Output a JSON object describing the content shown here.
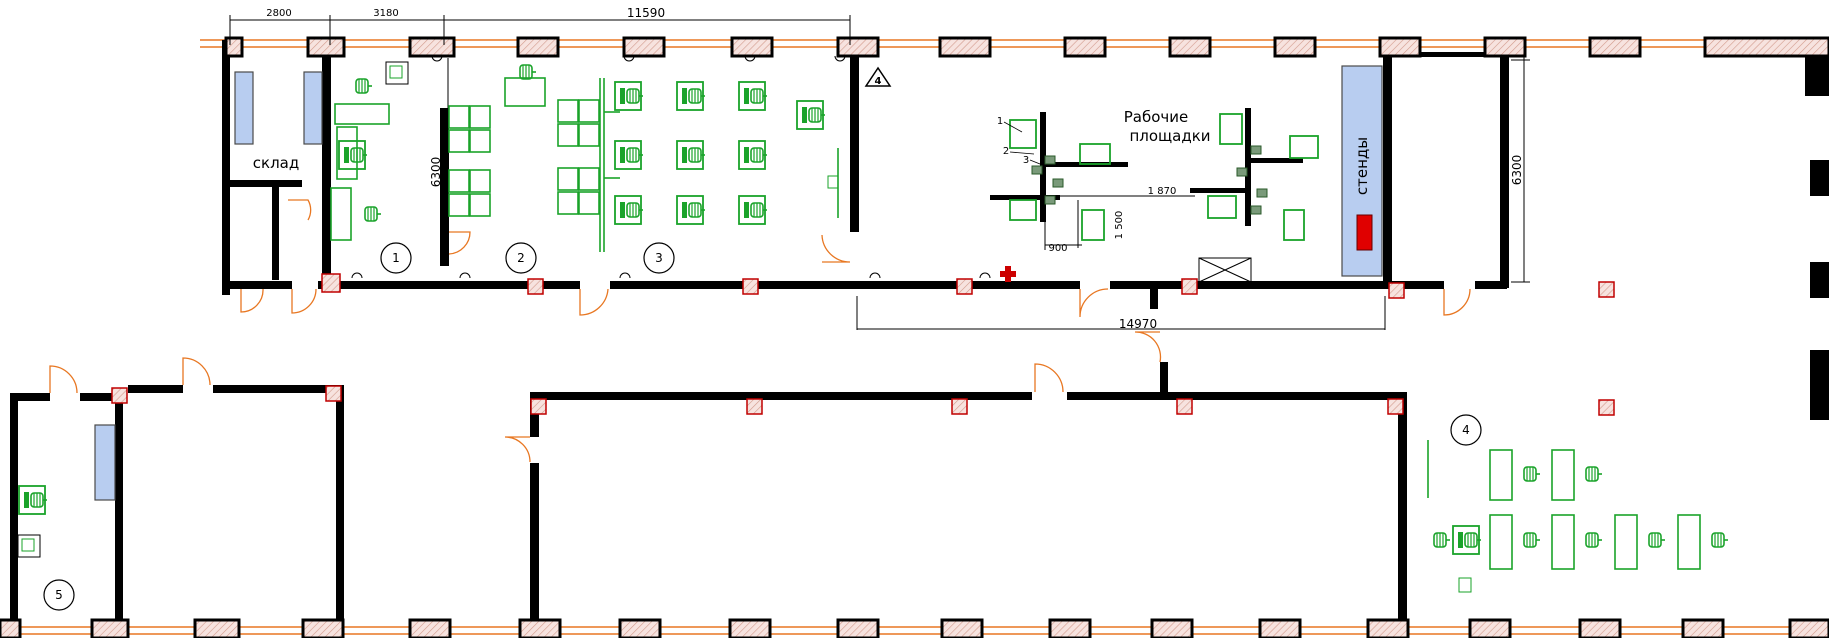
{
  "dimensions": {
    "d2800": "2800",
    "d3180": "3180",
    "d11590": "11590",
    "d6300_left": "6300",
    "d6300_right": "6300",
    "d14970": "14970",
    "d1870": "1 870",
    "d1500": "1 500",
    "d900": "900"
  },
  "labels": {
    "sklad": "склад",
    "workspaces_line1": "Рабочие",
    "workspaces_line2": "площадки",
    "stendy": "стенды",
    "leader1": "1",
    "leader2": "2",
    "leader3": "3"
  },
  "room_numbers": [
    "1",
    "2",
    "3",
    "4",
    "5"
  ],
  "warning_symbol": "4",
  "colors": {
    "wall": "#000000",
    "column_fill": "#f7e3df",
    "column_stroke": "#c00000",
    "window_line": "#e87722",
    "door_arc": "#e87722",
    "furniture": "#1aa32a",
    "stand_fill": "#b8cdf0",
    "stand_stroke": "#4a4a4a",
    "extinguisher": "#e00000",
    "first_aid": "#cc0000"
  },
  "icons": [
    "door-swing-icon",
    "column-hatch-icon",
    "warning-triangle-icon",
    "first-aid-cross-icon",
    "fire-extinguisher-icon",
    "outlet-icon",
    "desk-icon",
    "chair-icon",
    "computer-icon"
  ]
}
